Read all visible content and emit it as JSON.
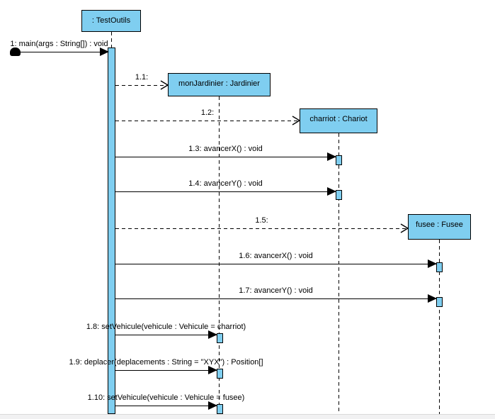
{
  "diagram": {
    "type": "uml-sequence-diagram",
    "colors": {
      "object_fill": "#7FCEF0",
      "line": "#000000",
      "background": "#FFFFFF",
      "bottom_edge": "#F1F1F2"
    },
    "objects": [
      {
        "label": ": TestOutils"
      },
      {
        "label": "monJardinier : Jardinier"
      },
      {
        "label": "charriot : Chariot"
      },
      {
        "label": "fusee : Fusee"
      }
    ],
    "messages": [
      {
        "label": "1: main(args : String[]) : void",
        "type": "found-call",
        "to": ": TestOutils"
      },
      {
        "label": "1.1:",
        "type": "create",
        "from": ": TestOutils",
        "to": "monJardinier : Jardinier"
      },
      {
        "label": "1.2:",
        "type": "create",
        "from": ": TestOutils",
        "to": "charriot : Chariot"
      },
      {
        "label": "1.3: avancerX() : void",
        "type": "call",
        "from": ": TestOutils",
        "to": "charriot : Chariot"
      },
      {
        "label": "1.4: avancerY() : void",
        "type": "call",
        "from": ": TestOutils",
        "to": "charriot : Chariot"
      },
      {
        "label": "1.5:",
        "type": "create",
        "from": ": TestOutils",
        "to": "fusee : Fusee"
      },
      {
        "label": "1.6: avancerX() : void",
        "type": "call",
        "from": ": TestOutils",
        "to": "fusee : Fusee"
      },
      {
        "label": "1.7: avancerY() : void",
        "type": "call",
        "from": ": TestOutils",
        "to": "fusee : Fusee"
      },
      {
        "label": "1.8: setVehicule(vehicule : Vehicule = charriot)",
        "type": "call",
        "from": ": TestOutils",
        "to": "monJardinier : Jardinier"
      },
      {
        "label": "1.9: deplacer(deplacements : String = \"XYX\") : Position[]",
        "type": "call",
        "from": ": TestOutils",
        "to": "monJardinier : Jardinier"
      },
      {
        "label": "1.10: setVehicule(vehicule : Vehicule = fusee)",
        "type": "call",
        "from": ": TestOutils",
        "to": "monJardinier : Jardinier"
      }
    ]
  }
}
